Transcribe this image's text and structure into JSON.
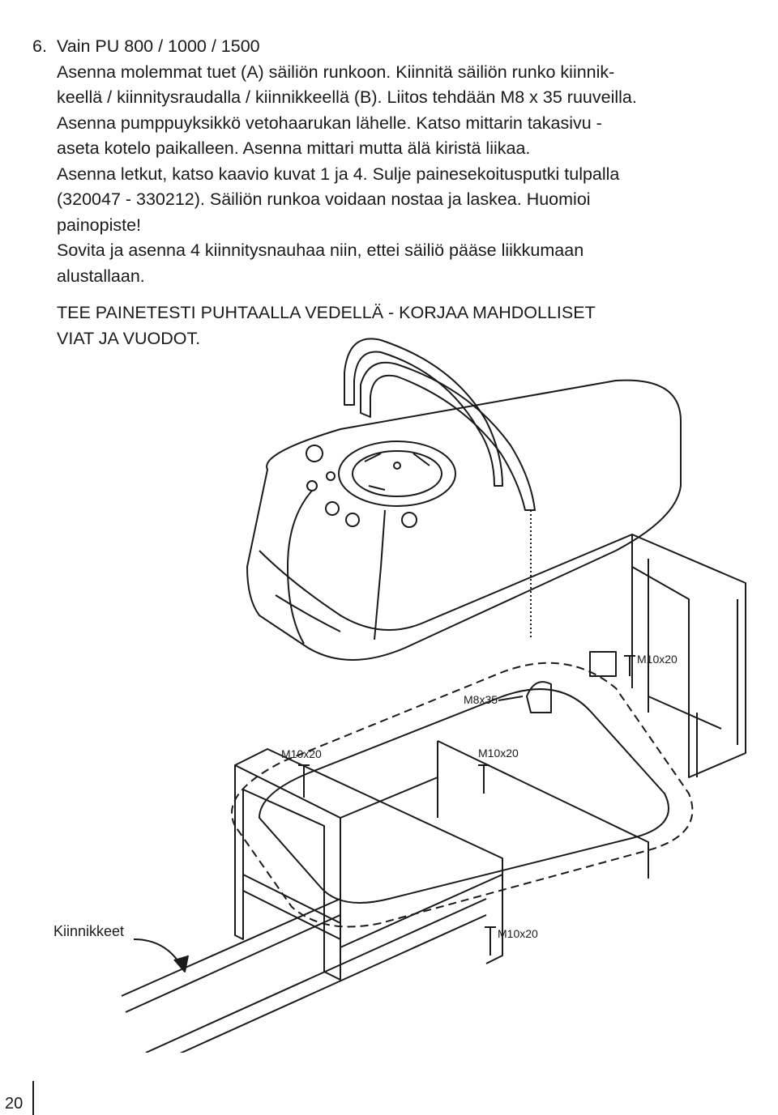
{
  "step": {
    "number": "6.",
    "heading": "Vain PU 800 / 1000 / 1500",
    "lines": [
      "Asenna molemmat tuet (A) säiliön runkoon. Kiinnitä säiliön runko kiinnik-",
      "keellä / kiinnitysraudalla / kiinnikkeellä (B). Liitos tehdään M8 x 35 ruuveilla.",
      "Asenna pumppuyksikkö vetohaarukan lähelle. Katso mittarin takasivu -",
      "aseta kotelo paikalleen. Asenna mittari mutta älä kiristä liikaa.",
      "Asenna letkut, katso kaavio kuvat 1 ja 4. Sulje painesekoitusputki tulpalla",
      "(320047 - 330212). Säiliön runkoa voidaan nostaa ja laskea. Huomioi",
      "painopiste!",
      "Sovita ja asenna 4 kiinnitysnauhaa niin, ettei säiliö pääse liikkumaan",
      "alustallaan."
    ],
    "caps_lines": [
      "TEE PAINETESTI PUHTAALLA VEDELLÄ - KORJAA MAHDOLLISET",
      "VIAT JA VUODOT."
    ]
  },
  "callouts": {
    "m10_right": "M10x20",
    "m8": "M8x35",
    "m10_left": "M10x20",
    "m10_center": "M10x20",
    "m10_bottom": "M10x20"
  },
  "kiinnikkeet": "Kiinnikkeet",
  "page_number": "20"
}
